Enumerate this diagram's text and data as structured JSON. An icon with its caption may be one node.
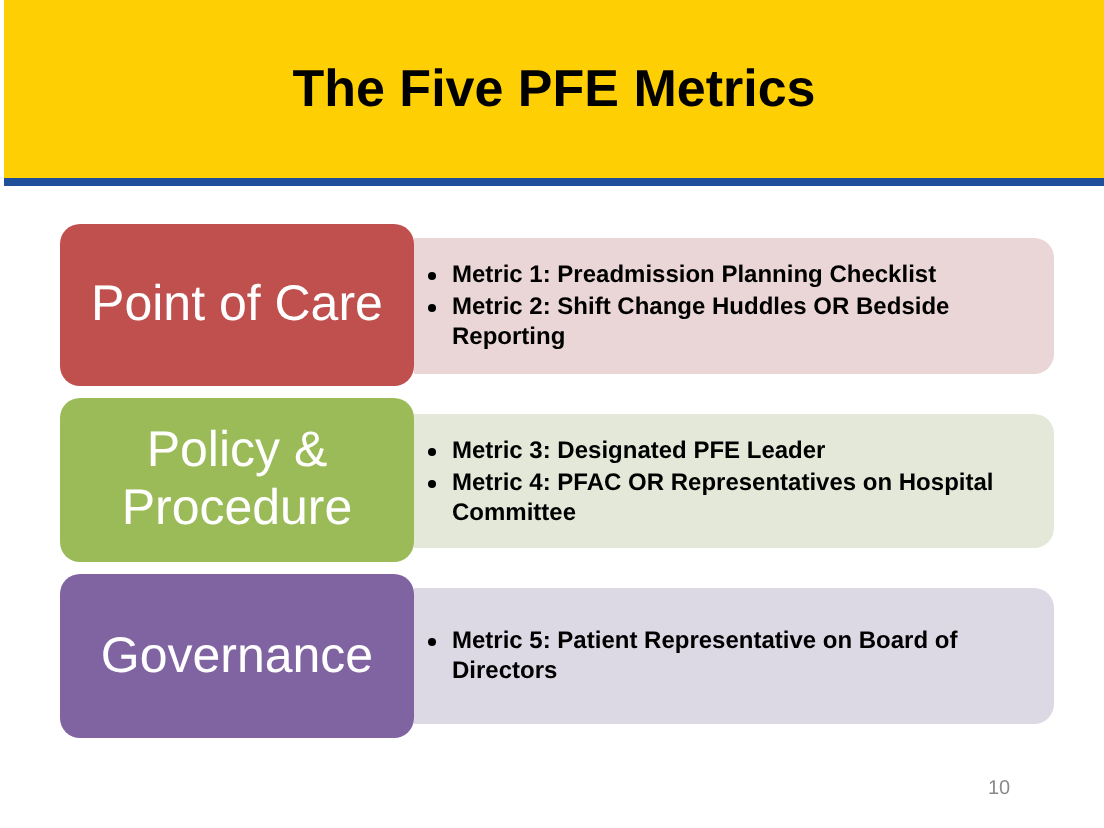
{
  "diagram": {
    "title": "The Five PFE Metrics",
    "nodes": [
      {
        "text": [
          "Point of Care"
        ]
      },
      {
        "text": [
          "Metric 1: Preadmission Planning Checklist",
          "Metric 2: Shift Change Huddles OR Bedside Reporting"
        ]
      },
      {
        "text": [
          "Policy & Procedure"
        ]
      },
      {
        "text": [
          "Metric 3: Designated PFE Leader",
          "Metric 4: PFAC OR Representatives on Hospital Committee"
        ]
      },
      {
        "text": [
          "Governance"
        ]
      },
      {
        "text": [
          "Metric 5: Patient Representative on Board of Directors"
        ]
      }
    ],
    "labels": [
      "10"
    ]
  }
}
